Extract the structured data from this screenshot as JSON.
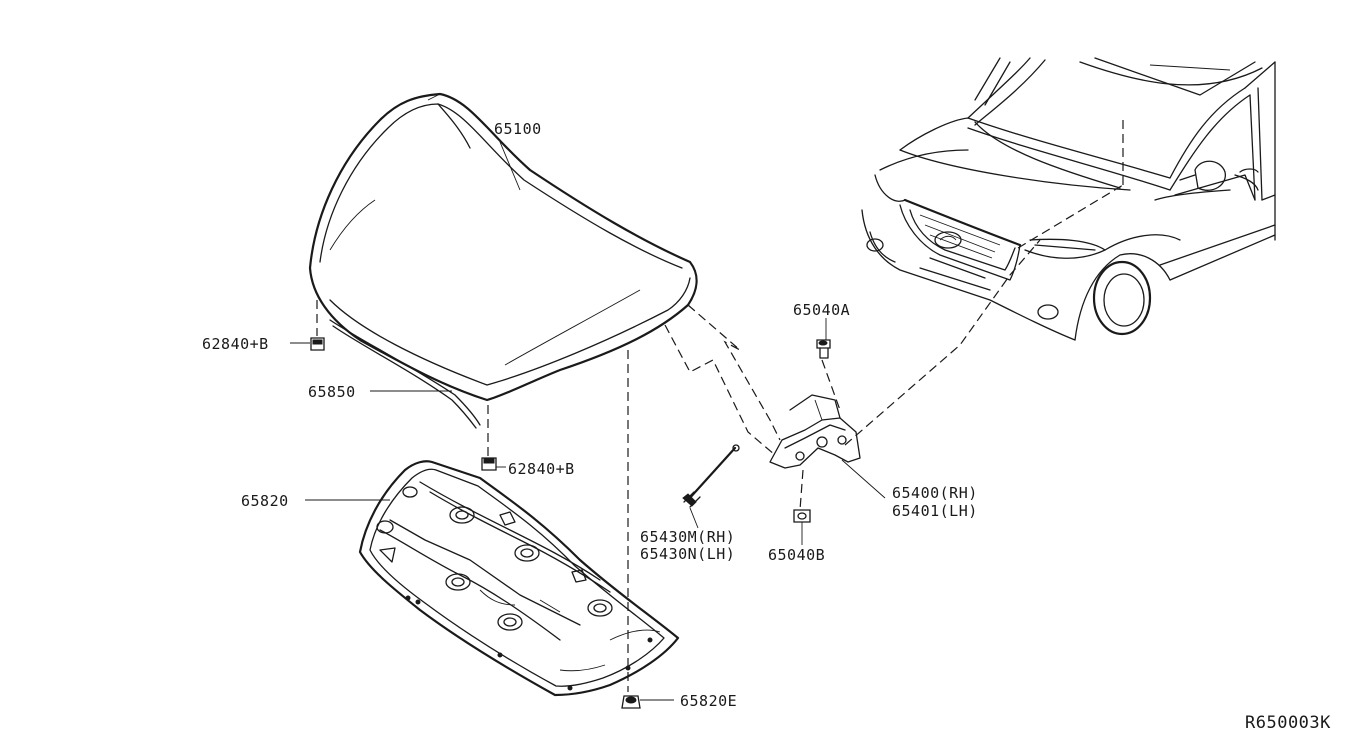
{
  "diagram": {
    "drawing_code": "R650003K",
    "parts": [
      {
        "id": "hood",
        "label": "65100"
      },
      {
        "id": "hood-seal",
        "label": "65850"
      },
      {
        "id": "bumper-rubber-upper",
        "label": "62840+B"
      },
      {
        "id": "bumper-rubber-lower",
        "label": "62840+B"
      },
      {
        "id": "hood-insulator",
        "label": "65820"
      },
      {
        "id": "insulator-clip",
        "label": "65820E"
      },
      {
        "id": "hinge-bolt-upper",
        "label": "65040A"
      },
      {
        "id": "hinge-bolt-lower",
        "label": "65040B"
      },
      {
        "id": "hood-hinge",
        "label_rh": "65400(RH)",
        "label_lh": "65401(LH)"
      },
      {
        "id": "hood-stay",
        "label_rh": "65430M(RH)",
        "label_lh": "65430N(LH)"
      }
    ]
  }
}
